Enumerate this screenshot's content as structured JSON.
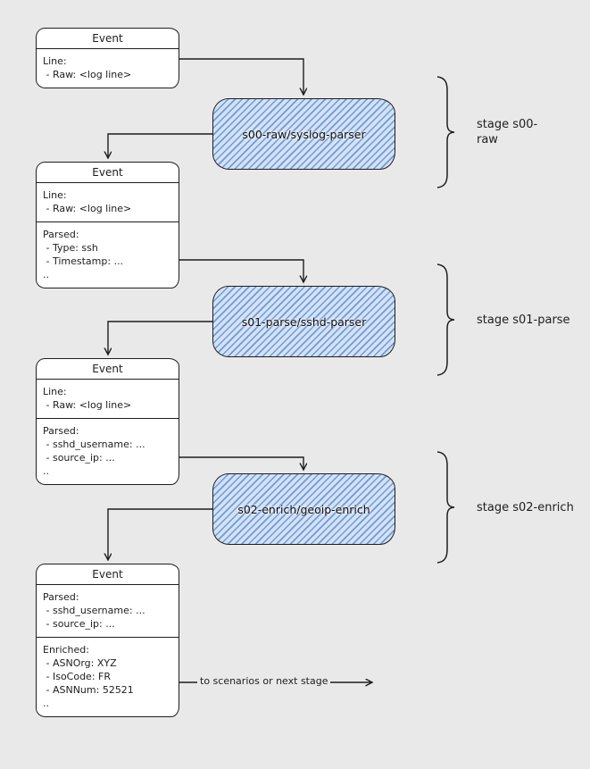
{
  "diagram": {
    "event_boxes": [
      {
        "title": "Event",
        "sections": [
          {
            "lines": [
              "Line:",
              " - Raw: <log line>"
            ]
          }
        ]
      },
      {
        "title": "Event",
        "sections": [
          {
            "lines": [
              "Line:",
              " - Raw: <log line>"
            ]
          },
          {
            "lines": [
              "Parsed:",
              " - Type: ssh",
              " - Timestamp: ...",
              ".."
            ]
          }
        ]
      },
      {
        "title": "Event",
        "sections": [
          {
            "lines": [
              "Line:",
              " - Raw: <log line>"
            ]
          },
          {
            "lines": [
              "Parsed:",
              " - sshd_username: ...",
              " - source_ip: ...",
              ".."
            ]
          }
        ]
      },
      {
        "title": "Event",
        "sections": [
          {
            "lines": [
              "Parsed:",
              " - sshd_username: ...",
              " - source_ip: ..."
            ]
          },
          {
            "lines": [
              "Enriched:",
              " - ASNOrg: XYZ",
              " - IsoCode: FR",
              " - ASNNum: 52521",
              ".."
            ]
          }
        ]
      }
    ],
    "parser_nodes": [
      {
        "label": "s00-raw/syslog-parser"
      },
      {
        "label": "s01-parse/sshd-parser"
      },
      {
        "label": "s02-enrich/geoip-enrich"
      }
    ],
    "stage_labels": [
      {
        "label": "stage s00-raw"
      },
      {
        "label": "stage s01-parse"
      },
      {
        "label": "stage s02-enrich"
      }
    ],
    "flow_note": "to scenarios or next stage",
    "colors": {
      "canvas_bg": "#e9e9e9",
      "stroke": "#1e1e1e",
      "box_bg": "#ffffff",
      "node_fill": "#d3e1f6",
      "node_stripe": "#6f9bd2"
    }
  }
}
